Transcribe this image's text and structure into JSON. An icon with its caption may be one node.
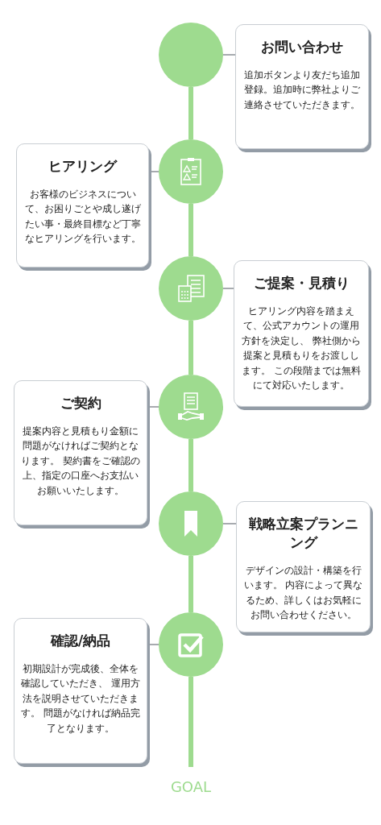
{
  "diagram": {
    "nodes": [
      {
        "text": [],
        "shape": "circle"
      },
      {
        "text": [
          "お問い合わせ",
          "追加ボタンより友だち追加登録。追加時に弊社よりご連絡させていただきます。"
        ]
      },
      {
        "text": [],
        "shape": "circle"
      },
      {
        "text": [
          "ヒアリング",
          "お客様のビジネスについて、お困りごとや成し遂げたい事・最終目標など丁寧なヒアリングを行います。"
        ]
      },
      {
        "text": [],
        "shape": "circle"
      },
      {
        "text": [
          "ご提案・見積り",
          "ヒアリング内容を踏まえて、公式アカウントの運用方針を決定し、 弊社側から提案と見積もりをお渡しします。 この段階までは無料にて対応いたします。"
        ]
      },
      {
        "text": [],
        "shape": "circle"
      },
      {
        "text": [
          "ご契約",
          "提案内容と見積もり金額に問題がなければご契約となります。 契約書をご確認の上、指定の口座へお支払いお願いいたします。"
        ]
      },
      {
        "text": [],
        "shape": "circle"
      },
      {
        "text": [
          "戦略立案プランニング",
          "デザインの設計・構築を行います。 内容によって異なるため、詳しくはお気軽にお問い合わせください。"
        ]
      },
      {
        "text": [],
        "shape": "circle"
      },
      {
        "text": [
          "確認/納品",
          "初期設計が完成後、全体を確認していただき、 運用方法を説明させていただきます。 問題がなければ納品完了となります。"
        ]
      },
      {
        "text": [
          "GOAL"
        ]
      }
    ],
    "edges": [
      {
        "from": 0,
        "to": 2,
        "arrow": "none",
        "style": "thick",
        "color": "#9edb8f"
      },
      {
        "from": 2,
        "to": 4,
        "arrow": "none",
        "style": "thick",
        "color": "#9edb8f"
      },
      {
        "from": 4,
        "to": 6,
        "arrow": "none",
        "style": "thick",
        "color": "#9edb8f"
      },
      {
        "from": 6,
        "to": 8,
        "arrow": "none",
        "style": "thick",
        "color": "#9edb8f"
      },
      {
        "from": 8,
        "to": 10,
        "arrow": "none",
        "style": "thick",
        "color": "#9edb8f"
      },
      {
        "from": 10,
        "to": 12,
        "arrow": "none",
        "style": "thick",
        "color": "#9edb8f"
      },
      {
        "from": 0,
        "to": 1,
        "arrow": "none"
      },
      {
        "from": 2,
        "to": 3,
        "arrow": "none"
      },
      {
        "from": 4,
        "to": 5,
        "arrow": "none"
      },
      {
        "from": 6,
        "to": 7,
        "arrow": "none"
      },
      {
        "from": 8,
        "to": 9,
        "arrow": "none"
      },
      {
        "from": 10,
        "to": 11,
        "arrow": "none"
      }
    ]
  }
}
